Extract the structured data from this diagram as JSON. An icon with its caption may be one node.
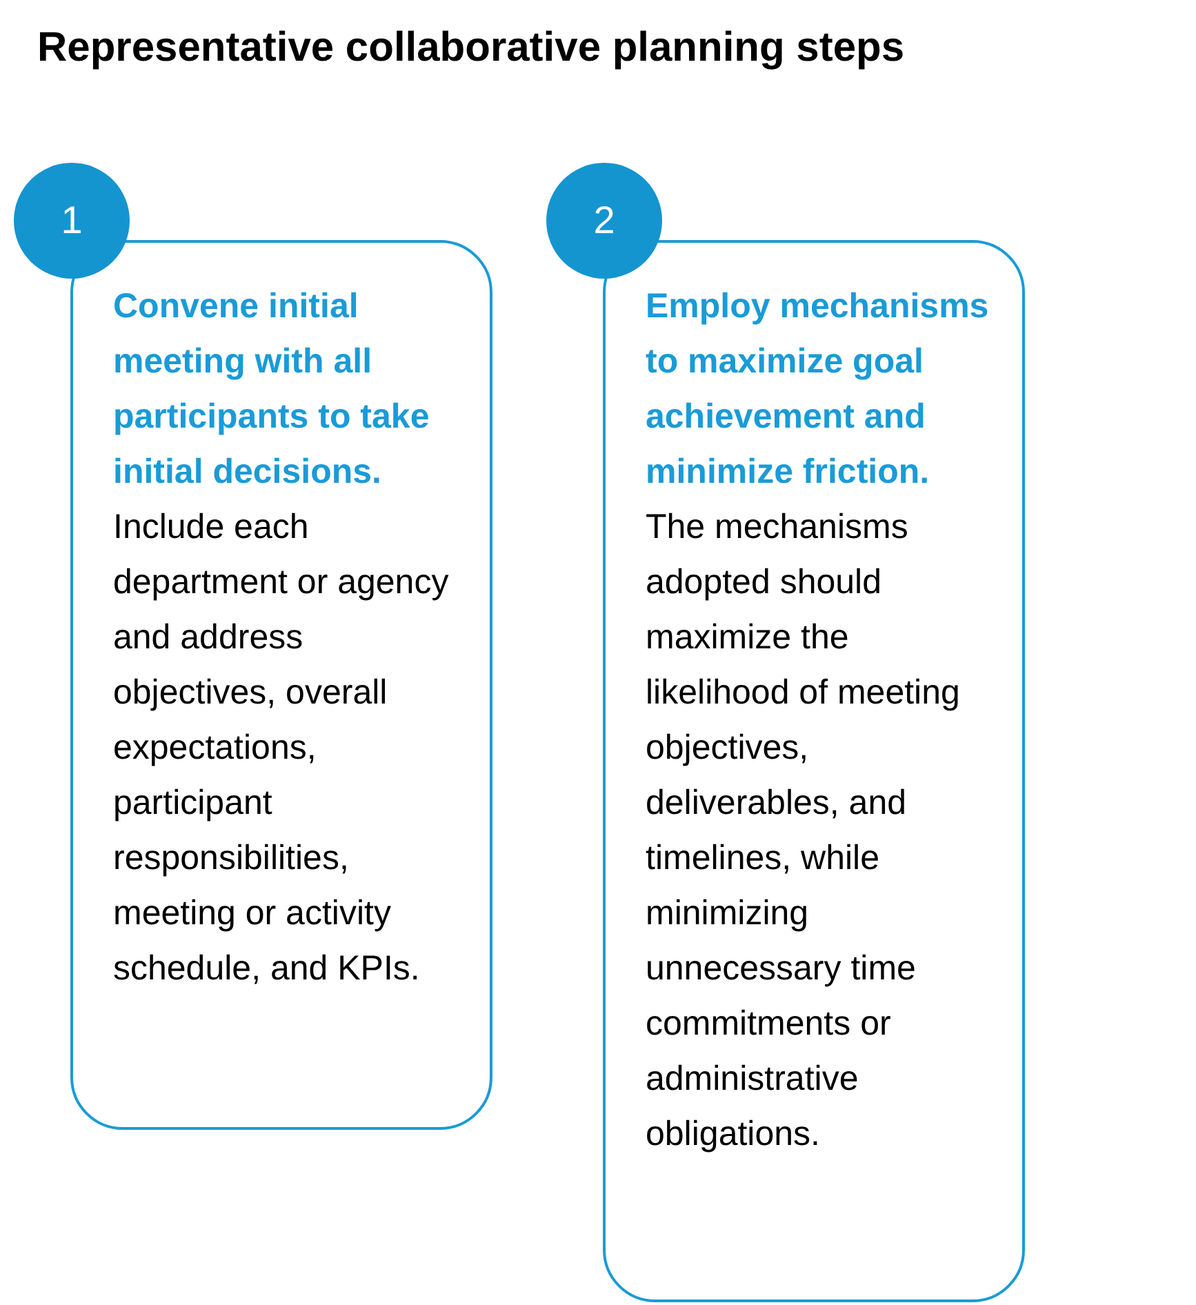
{
  "diagram": {
    "title": "Representative collaborative planning steps",
    "nodes": [
      {
        "text": [
          "1"
        ]
      },
      {
        "text": [
          "**Convene initial meeting with all participants to take initial decisions.** Include each department or agency and address objectives, overall expectations, participant responsibilities, meeting or activity schedule, and KPIs."
        ]
      },
      {
        "text": [
          "2"
        ]
      },
      {
        "text": [
          "**Employ mechanisms to maximize goal achievement and minimize friction.** The mechanisms adopted should maximize the likelihood of meeting objectives, deliverables, and timelines, while minimizing unnecessary time commitments or administrative obligations."
        ]
      }
    ]
  }
}
